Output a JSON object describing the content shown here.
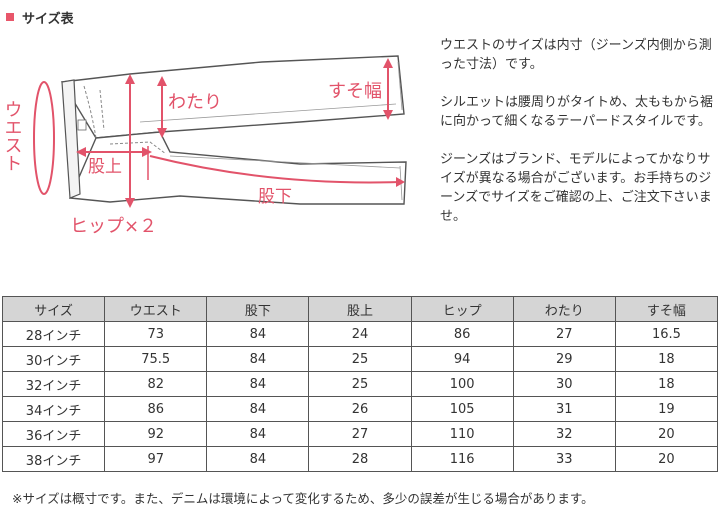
{
  "section": {
    "title": "サイズ表"
  },
  "diagram": {
    "labels": {
      "waist": "ウエスト",
      "watari": "わたり",
      "susohaba": "すそ幅",
      "mataue": "股上",
      "matashita": "股下",
      "hip": "ヒップ×２"
    },
    "accent_color": "#e2536a"
  },
  "description": {
    "p1": "ウエストのサイズは内寸（ジーンズ内側から測った寸法）です。",
    "p2": "シルエットは腰周りがタイトめ、太ももから裾に向かって細くなるテーパードスタイルです。",
    "p3": "ジーンズはブランド、モデルによってかなりサイズが異なる場合がございます。お手持ちのジーンズでサイズをご確認の上、ご注文下さいませ。"
  },
  "table": {
    "headers": [
      "サイズ",
      "ウエスト",
      "股下",
      "股上",
      "ヒップ",
      "わたり",
      "すそ幅"
    ],
    "rows": [
      [
        "28インチ",
        "73",
        "84",
        "24",
        "86",
        "27",
        "16.5"
      ],
      [
        "30インチ",
        "75.5",
        "84",
        "25",
        "94",
        "29",
        "18"
      ],
      [
        "32インチ",
        "82",
        "84",
        "25",
        "100",
        "30",
        "18"
      ],
      [
        "34インチ",
        "86",
        "84",
        "26",
        "105",
        "31",
        "19"
      ],
      [
        "36インチ",
        "92",
        "84",
        "27",
        "110",
        "32",
        "20"
      ],
      [
        "38インチ",
        "97",
        "84",
        "28",
        "116",
        "33",
        "20"
      ]
    ]
  },
  "note": "※サイズは概寸です。また、デニムは環境によって変化するため、多少の誤差が生じる場合があります。"
}
